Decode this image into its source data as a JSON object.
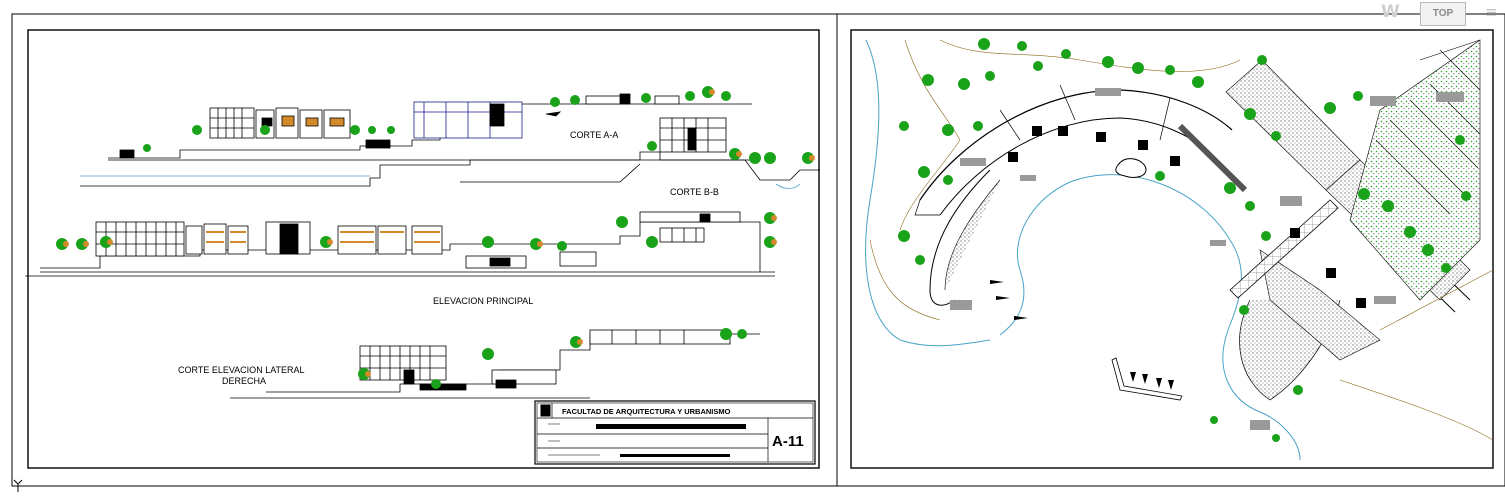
{
  "viewport": {
    "viewcube_label": "TOP",
    "compass_letter": "W",
    "menu_glyph": "≡",
    "ucs_icon": "ucs-y-axis-icon"
  },
  "sheet": {
    "labels": {
      "corte_aa": "CORTE A-A",
      "corte_bb": "CORTE B-B",
      "elevacion_principal": "ELEVACION PRINCIPAL",
      "corte_lateral_line1": "CORTE ELEVACION LATERAL",
      "corte_lateral_line2": "DERECHA"
    },
    "title_block": {
      "faculty": "FACULTAD DE ARQUITECTURA Y URBANISMO",
      "sheet_number": "A-11"
    }
  },
  "colors": {
    "line": "#000000",
    "tree_green": "#1aa31a",
    "tree_trunk": "#8b4a1a",
    "water": "#4aa3c8",
    "navy": "#1f1f8f",
    "contour": "#8a6a1a",
    "pattern_grey": "#8f8f8f",
    "viewcube_bg": "#f2f2f2"
  }
}
